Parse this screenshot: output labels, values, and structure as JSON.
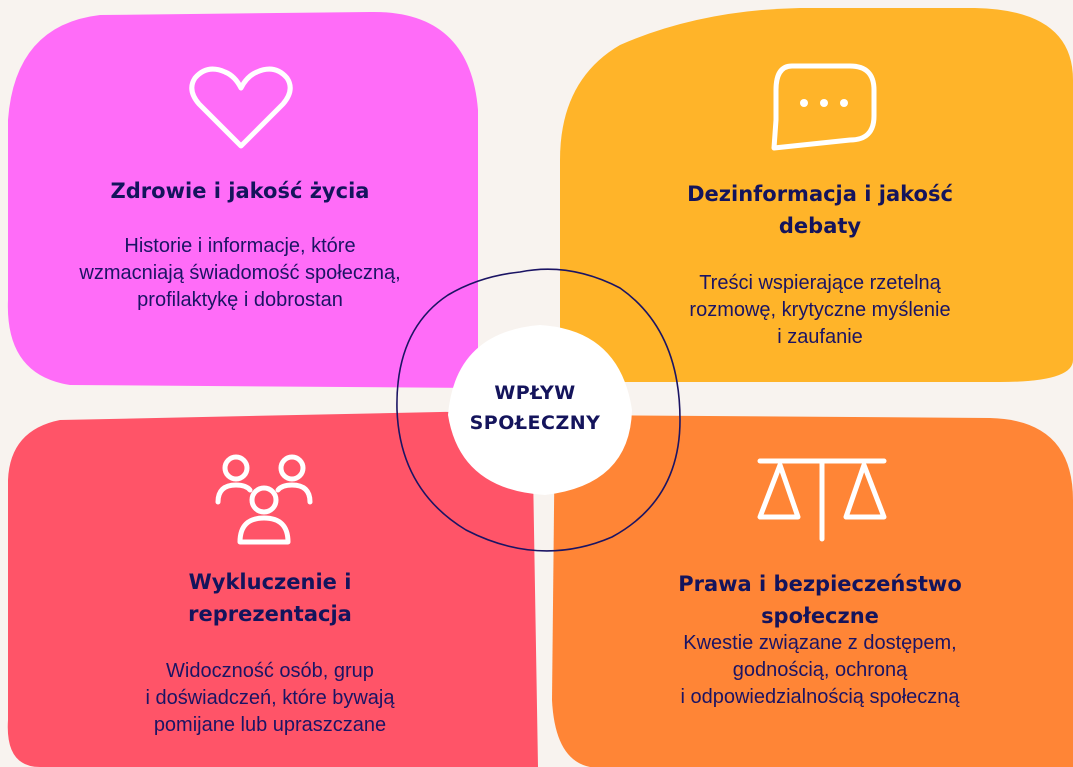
{
  "center": {
    "line1": "WPŁYW",
    "line2": "SPOŁECZNY"
  },
  "quadrants": [
    {
      "title": "Zdrowie i jakość życia",
      "body": [
        "Historie i informacje, które",
        "wzmacniają świadomość społeczną,",
        "profilaktykę i dobrostan"
      ],
      "icon": "heart-icon",
      "color": "#ff6cf8"
    },
    {
      "title": [
        "Dezinformacja i jakość",
        "debaty"
      ],
      "body": [
        "Treści wspierające rzetelną",
        "rozmowę, krytyczne myślenie",
        "i zaufanie"
      ],
      "icon": "chat-bubble-icon",
      "color": "#ffb429"
    },
    {
      "title": [
        "Wykluczenie i",
        "reprezentacja"
      ],
      "body": [
        "Widoczność osób, grup",
        "i doświadczeń, które bywają",
        "pomijane lub upraszczane"
      ],
      "icon": "people-group-icon",
      "color": "#ff5468"
    },
    {
      "title": [
        "Prawa i bezpieczeństwo",
        "społeczne"
      ],
      "body": [
        "Kwestie związane z dostępem,",
        "godnością, ochroną",
        "i odpowiedzialnością społeczną"
      ],
      "icon": "scales-icon",
      "color": "#ff8536"
    }
  ],
  "colors": {
    "text": "#14145c",
    "background": "#f8f3ef",
    "center": "#ffffff",
    "outline": "#1b1464",
    "icon": "#ffffff"
  }
}
